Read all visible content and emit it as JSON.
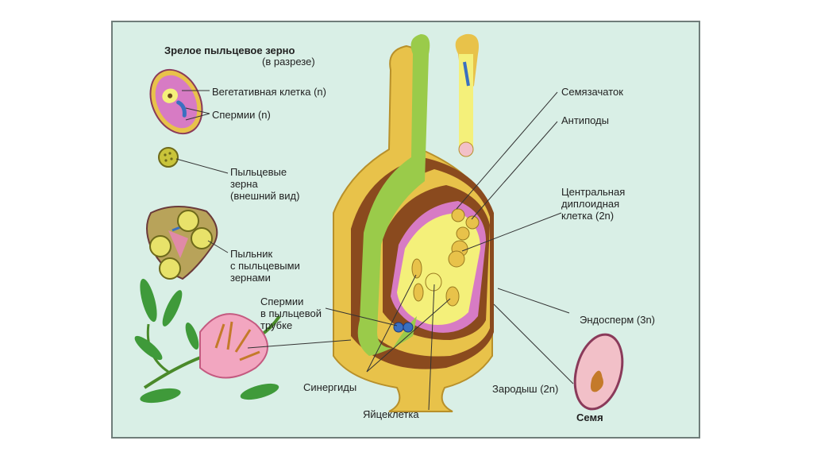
{
  "title": {
    "line1": "Зрелое пыльцевое зерно",
    "line2": "(в разрезе)"
  },
  "labels": {
    "vegetative": "Вегетативная клетка (n)",
    "sperms": "Спермии (n)",
    "pollen_ext_1": "Пыльцевые",
    "pollen_ext_2": "зерна",
    "pollen_ext_3": "(внешний вид)",
    "anther_1": "Пыльник",
    "anther_2": "с пыльцевыми",
    "anther_3": "зернами",
    "tube_sperm_1": "Спермии",
    "tube_sperm_2": "в пыльцевой",
    "tube_sperm_3": "трубке",
    "synergids": "Синергиды",
    "egg": "Яйцеклетка",
    "ovule": "Семязачаток",
    "antipodes": "Антиподы",
    "central_1": "Центральная",
    "central_2": "диплоидная",
    "central_3": "клетка (2n)",
    "endosperm": "Эндосперм (3n)",
    "embryo": "Зародыш (2n)",
    "seed": "Семя"
  },
  "colors": {
    "background": "#d9efe6",
    "yellow_tissue": "#e8c24a",
    "brown_layer": "#8a4a1e",
    "green_tube": "#9acb4a",
    "pink_sac": "#d77bc4",
    "sac_yellow": "#f4f07a",
    "leaf": "#3f9a3a",
    "flower": "#f2a6c0"
  }
}
